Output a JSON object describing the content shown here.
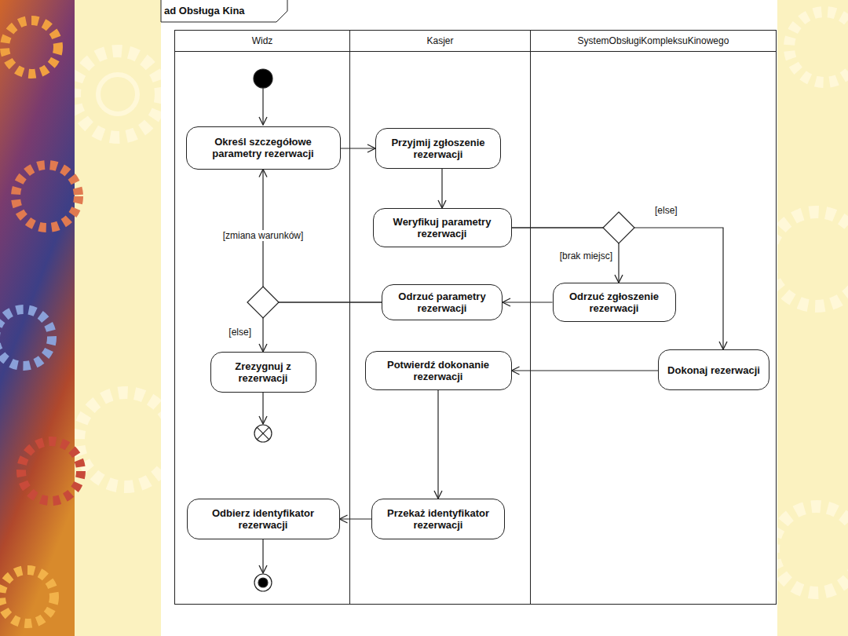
{
  "diagram": {
    "title": "ad Obsługa Kina",
    "nodes": [
      {
        "text": [
          "Widz"
        ]
      },
      {
        "text": [
          "Kasjer"
        ]
      },
      {
        "text": [
          "SystemObsługiKompleksuKinowego"
        ]
      },
      {
        "text": [
          "Określ szczegółowe parametry rezerwacji"
        ],
        "in": 0
      },
      {
        "text": [
          "Przyjmij zgłoszenie rezerwacji"
        ],
        "in": 1
      },
      {
        "text": [
          "Weryfikuj parametry rezerwacji"
        ],
        "in": 1
      },
      {
        "text": [
          "Odrzuć parametry rezerwacji"
        ],
        "in": 1
      },
      {
        "text": [
          "Odrzuć zgłoszenie rezerwacji"
        ],
        "in": 2
      },
      {
        "text": [
          "Zrezygnuj z rezerwacji"
        ],
        "in": 0
      },
      {
        "text": [
          "Potwierdź dokonanie rezerwacji"
        ],
        "in": 1
      },
      {
        "text": [
          "Dokonaj rezerwacji"
        ],
        "in": 2
      },
      {
        "text": [
          "Odbierz identyfikator rezerwacji"
        ],
        "in": 0
      },
      {
        "text": [
          "Przekaż identyfikator rezerwacji"
        ],
        "in": 1
      }
    ],
    "edges": [
      {
        "from": 3,
        "to": 4,
        "arrow": "to"
      },
      {
        "from": 4,
        "to": 5,
        "arrow": "to"
      },
      {
        "from": 5,
        "to": 7,
        "label": "[brak miejsc]",
        "arrow": "to"
      },
      {
        "from": 5,
        "to": 10,
        "label": "[else]",
        "arrow": "to"
      },
      {
        "from": 7,
        "to": 6,
        "arrow": "to"
      },
      {
        "from": 6,
        "to": 3,
        "label": "[zmiana warunków]",
        "arrow": "to"
      },
      {
        "from": 6,
        "to": 8,
        "label": "[else]",
        "arrow": "to"
      },
      {
        "from": 10,
        "to": 9,
        "arrow": "to"
      },
      {
        "from": 9,
        "to": 12,
        "arrow": "to"
      },
      {
        "from": 12,
        "to": 11,
        "arrow": "to"
      }
    ]
  }
}
